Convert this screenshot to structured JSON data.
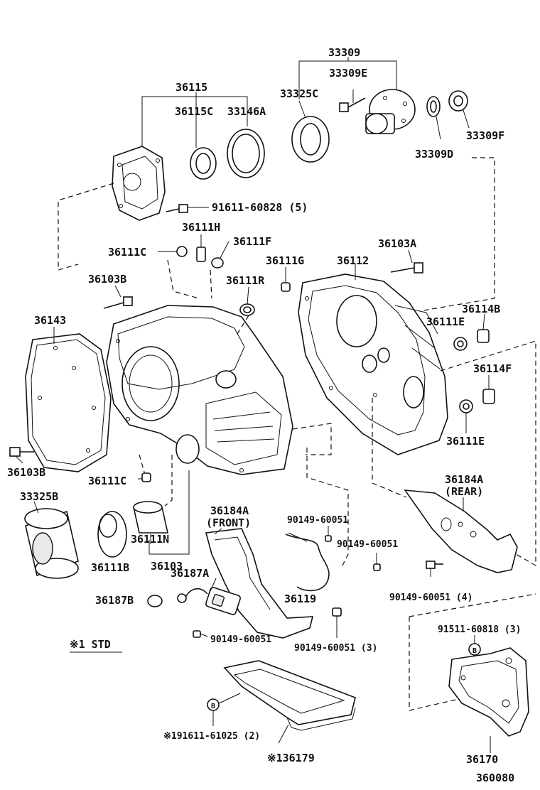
{
  "diagram": {
    "part_labels": {
      "p33309": "33309",
      "p33309e": "33309E",
      "p33325c": "33325C",
      "p33309f": "33309F",
      "p33309d": "33309D",
      "p36115": "36115",
      "p36115c": "36115C",
      "p33146a": "33146A",
      "p91611_60828": "91611-60828 (5)",
      "p36111h": "36111H",
      "p36111f": "36111F",
      "p36111c_top": "36111C",
      "p36111g": "36111G",
      "p36112": "36112",
      "p36103a": "36103A",
      "p36103b_top": "36103B",
      "p36111r": "36111R",
      "p36114b": "36114B",
      "p36111e_top": "36111E",
      "p36143": "36143",
      "p36114f": "36114F",
      "p36111e_bot": "36111E",
      "p36103b_bot": "36103B",
      "p36111c_bot": "36111C",
      "p36184a_rear": "36184A",
      "p36184a_rear_note": "(REAR)",
      "p33325b": "33325B",
      "p36184a_front": "36184A",
      "p36184a_front_note": "(FRONT)",
      "p90149_60051_a": "90149-60051",
      "p90149_60051_b": "90149-60051",
      "p36111n": "36111N",
      "p36111b": "36111B",
      "p36103": "36103",
      "p36187a": "36187A",
      "p36119": "36119",
      "p90149_60051_4": "90149-60051 (4)",
      "p36187b": "36187B",
      "p91511_60818": "91511-60818 (3)",
      "p90149_60051_c": "90149-60051",
      "p90149_60051_3": "90149-60051 (3)",
      "p91611_61025": "※191611-61025 (2)",
      "p36179": "※136179",
      "p36170": "36170",
      "p360080": "360080"
    },
    "legend": {
      "std_note": "※1 STD"
    }
  }
}
